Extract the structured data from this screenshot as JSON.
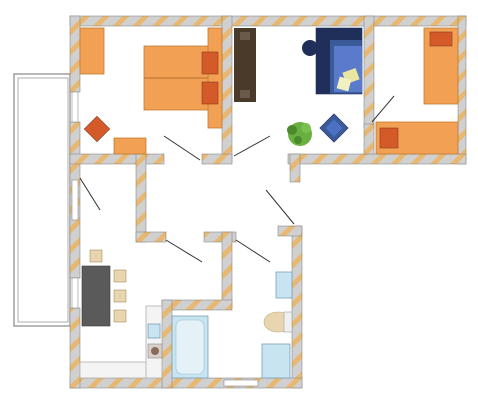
{
  "colors": {
    "background": "#ffffff",
    "wall_fill": "#d0d0d0",
    "wall_stripe": "#e8b870",
    "wall_outline": "#8a8a8a",
    "furniture_orange": "#f2a154",
    "furniture_red": "#d45a2a",
    "furniture_outline": "#c07a30",
    "wood_dark": "#4a3a2a",
    "table_dark": "#5a5a5a",
    "sofa_blue": "#3a5a9a",
    "sofa_navy": "#1f2f5a",
    "plant_green": "#6ab040",
    "fixture_blue": "#c8e4f0",
    "fixture_outline": "#7aa0b8",
    "toilet_beige": "#e8d6b0",
    "balcony_line": "#9a9a9a"
  },
  "rooms": [
    {
      "id": "bedroom",
      "name": "bedroom",
      "furniture": [
        "double-bed",
        "wardrobe",
        "armchair",
        "side-table"
      ]
    },
    {
      "id": "living",
      "name": "living-room",
      "furniture": [
        "sofa",
        "armchair",
        "plant",
        "shelf"
      ]
    },
    {
      "id": "children",
      "name": "children-room",
      "furniture": [
        "single-bed",
        "single-bed"
      ]
    },
    {
      "id": "hall",
      "name": "hallway",
      "furniture": []
    },
    {
      "id": "kitchen",
      "name": "kitchen-dining",
      "furniture": [
        "dining-table",
        "chair",
        "chair",
        "chair",
        "chair",
        "sink",
        "stove"
      ]
    },
    {
      "id": "bathroom",
      "name": "bathroom",
      "furniture": [
        "bathtub",
        "toilet",
        "washbasin",
        "shower"
      ]
    },
    {
      "id": "balcony",
      "name": "balcony",
      "furniture": []
    }
  ],
  "icons": [
    "double-bed-icon",
    "sofa-icon",
    "plant-icon",
    "bathtub-icon",
    "toilet-icon",
    "dining-table-icon"
  ]
}
